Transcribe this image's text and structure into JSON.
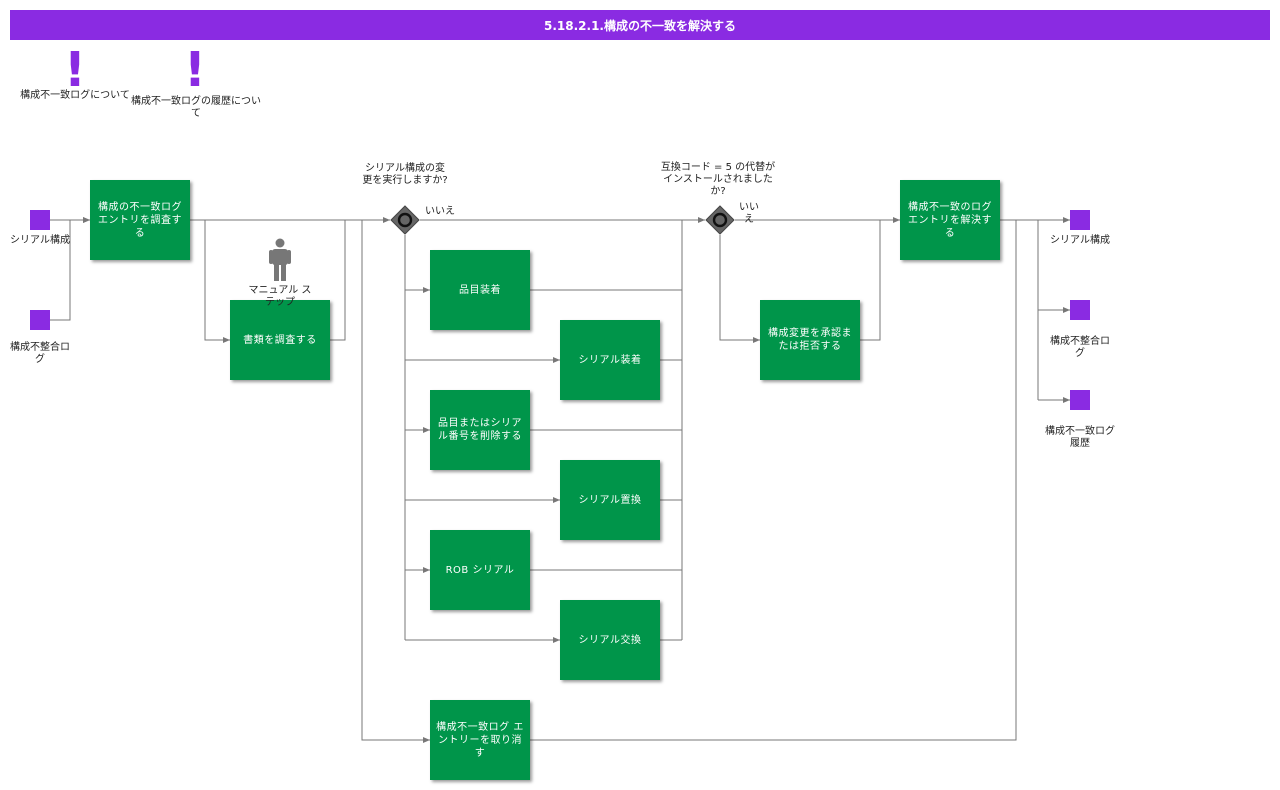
{
  "title": "5.18.2.1.構成の不一致を解決する",
  "notes": {
    "note1": "構成不一致ログについて",
    "note2": "構成不一致ログの履歴について"
  },
  "data_objects": {
    "in_serial": "シリアル構成",
    "in_log": "構成不整合ログ",
    "out_serial": "シリアル構成",
    "out_log": "構成不整合ログ",
    "out_history": "構成不一致ログ履歴"
  },
  "tasks": {
    "investigate_entry": "構成の不一致ログエントリを調査する",
    "investigate_docs": "書類を調査する",
    "install_item": "品目装着",
    "install_serial": "シリアル装着",
    "remove": "品目またはシリアル番号を削除する",
    "replace_serial": "シリアル置換",
    "rob_serial": "ROB シリアル",
    "exchange_serial": "シリアル交換",
    "cancel_entry": "構成不一致ログ エントリーを取り消す",
    "approve": "構成変更を承認または拒否する",
    "resolve_entry": "構成不一致のログエントリを解決する"
  },
  "manual_step": "マニュアル ステップ",
  "gateways": {
    "g1_question": "シリアル構成の変更を実行しますか?",
    "g1_no": "いいえ",
    "g2_question": "互換コード = 5 の代替がインストールされましたか?",
    "g2_no": "いいえ"
  },
  "colors": {
    "title_bar": "#8a2be2",
    "task": "#00954a",
    "data_object": "#8a2be2",
    "gateway": "#555555",
    "connector": "#777777"
  }
}
